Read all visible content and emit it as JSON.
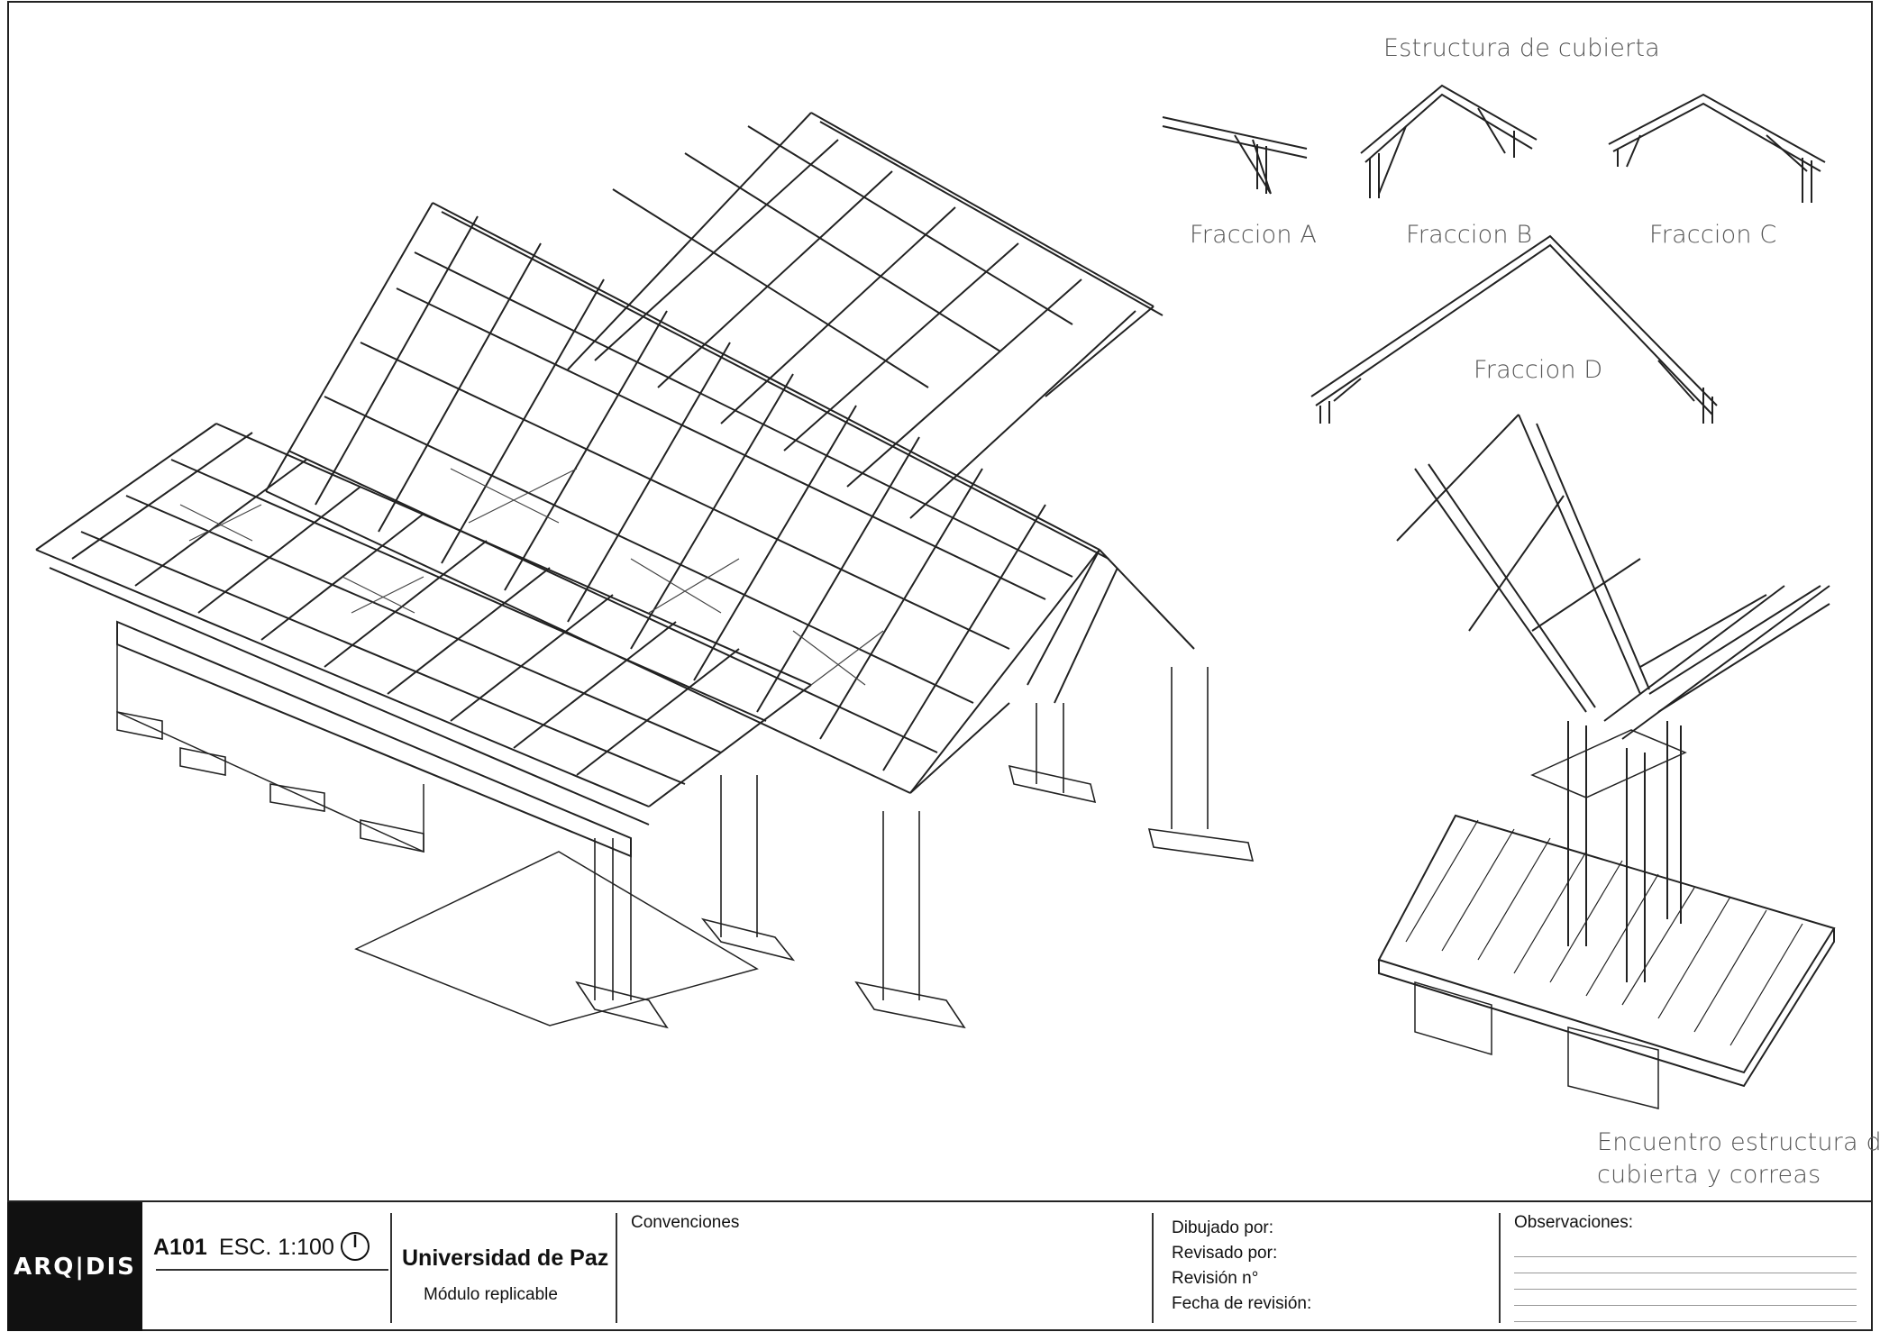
{
  "drawing": {
    "main_title": "Estructura de cubierta",
    "fractions": [
      "Fraccion A",
      "Fraccion B",
      "Fraccion C",
      "Fraccion D"
    ],
    "detail_title_line1": "Encuentro estructura de",
    "detail_title_line2": "cubierta y correas"
  },
  "title_block": {
    "logo": "ARQ|DIS",
    "sheet_code": "A101",
    "scale": "ESC. 1:100",
    "project_name": "Universidad de Paz",
    "project_subtitle": "Módulo replicable",
    "conventions_label": "Convenciones",
    "drawn_by": "Dibujado por:",
    "reviewed_by": "Revisado por:",
    "revision_no": "Revisión n°",
    "revision_date": "Fecha de revisión:",
    "observations_label": "Observaciones:"
  },
  "colors": {
    "ink": "#111111",
    "accent_dark": "#111111",
    "paper": "#ffffff"
  }
}
